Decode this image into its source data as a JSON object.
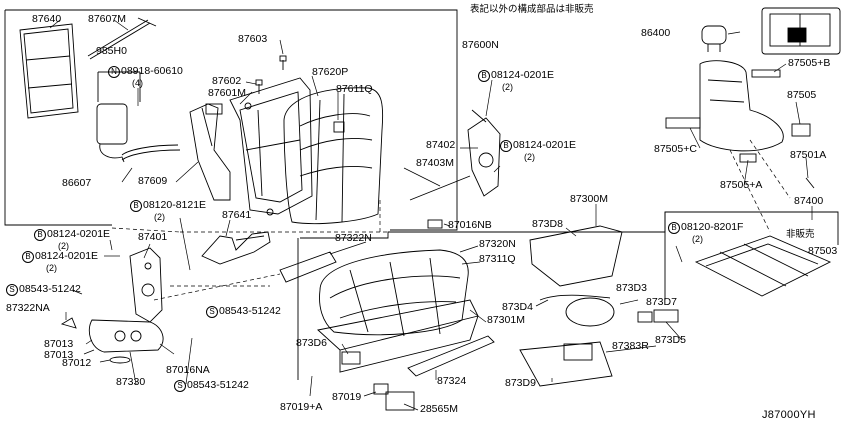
{
  "header_note": "表記以外の構成部品は非販売",
  "diagram_code": "J87000YH",
  "not_sold_label": "非販売",
  "parts": {
    "p87640": "87640",
    "p87607M": "87607M",
    "p985H0": "985H0",
    "p08918": "08918-60610",
    "p08918_qty": "(4)",
    "p86607": "86607",
    "p87609": "87609",
    "p87603": "87603",
    "p87602": "87602",
    "p87601M": "87601M",
    "p87620P": "87620P",
    "p87611Q": "87611Q",
    "p87600N": "87600N",
    "p08124_a": "08124-0201E",
    "p08124_a_qty": "(2)",
    "p87402": "87402",
    "p08124_b": "08124-0201E",
    "p08124_b_qty": "(2)",
    "p87403M": "87403M",
    "p08120_a": "08120-8121E",
    "p08120_a_qty": "(2)",
    "p87641": "87641",
    "p87016NB": "87016NB",
    "p87322N": "87322N",
    "p87320N": "87320N",
    "p87311Q": "87311Q",
    "p87300M": "87300M",
    "p873D8": "873D8",
    "p873D3": "873D3",
    "p873D7": "873D7",
    "p873D4": "873D4",
    "p87301M": "87301M",
    "p873D6": "873D6",
    "p87383R": "87383R",
    "p873D5": "873D5",
    "p873D9": "873D9",
    "p87324": "87324",
    "p87019": "87019",
    "p87019A": "87019+A",
    "p28565M": "28565M",
    "p08124_c": "08124-0201E",
    "p08124_c_qty": "(2)",
    "p08124_d": "08124-0201E",
    "p08124_d_qty": "(2)",
    "p87401": "87401",
    "p08543_a": "08543-51242",
    "p87322NA": "87322NA",
    "p08543_b": "08543-51242",
    "p87013_a": "87013",
    "p87013_b": "87013",
    "p87012": "87012",
    "p87330": "87330",
    "p87016NA": "87016NA",
    "p08543_c": "08543-51242",
    "p86400": "86400",
    "p87505B": "87505+B",
    "p87505": "87505",
    "p87505C": "87505+C",
    "p87501A": "87501A",
    "p87505A": "87505+A",
    "p87400": "87400",
    "p08120_b": "08120-8201F",
    "p08120_b_qty": "(2)",
    "p87503": "87503"
  },
  "prefixes": {
    "n": "N",
    "b": "B",
    "s": "S"
  }
}
